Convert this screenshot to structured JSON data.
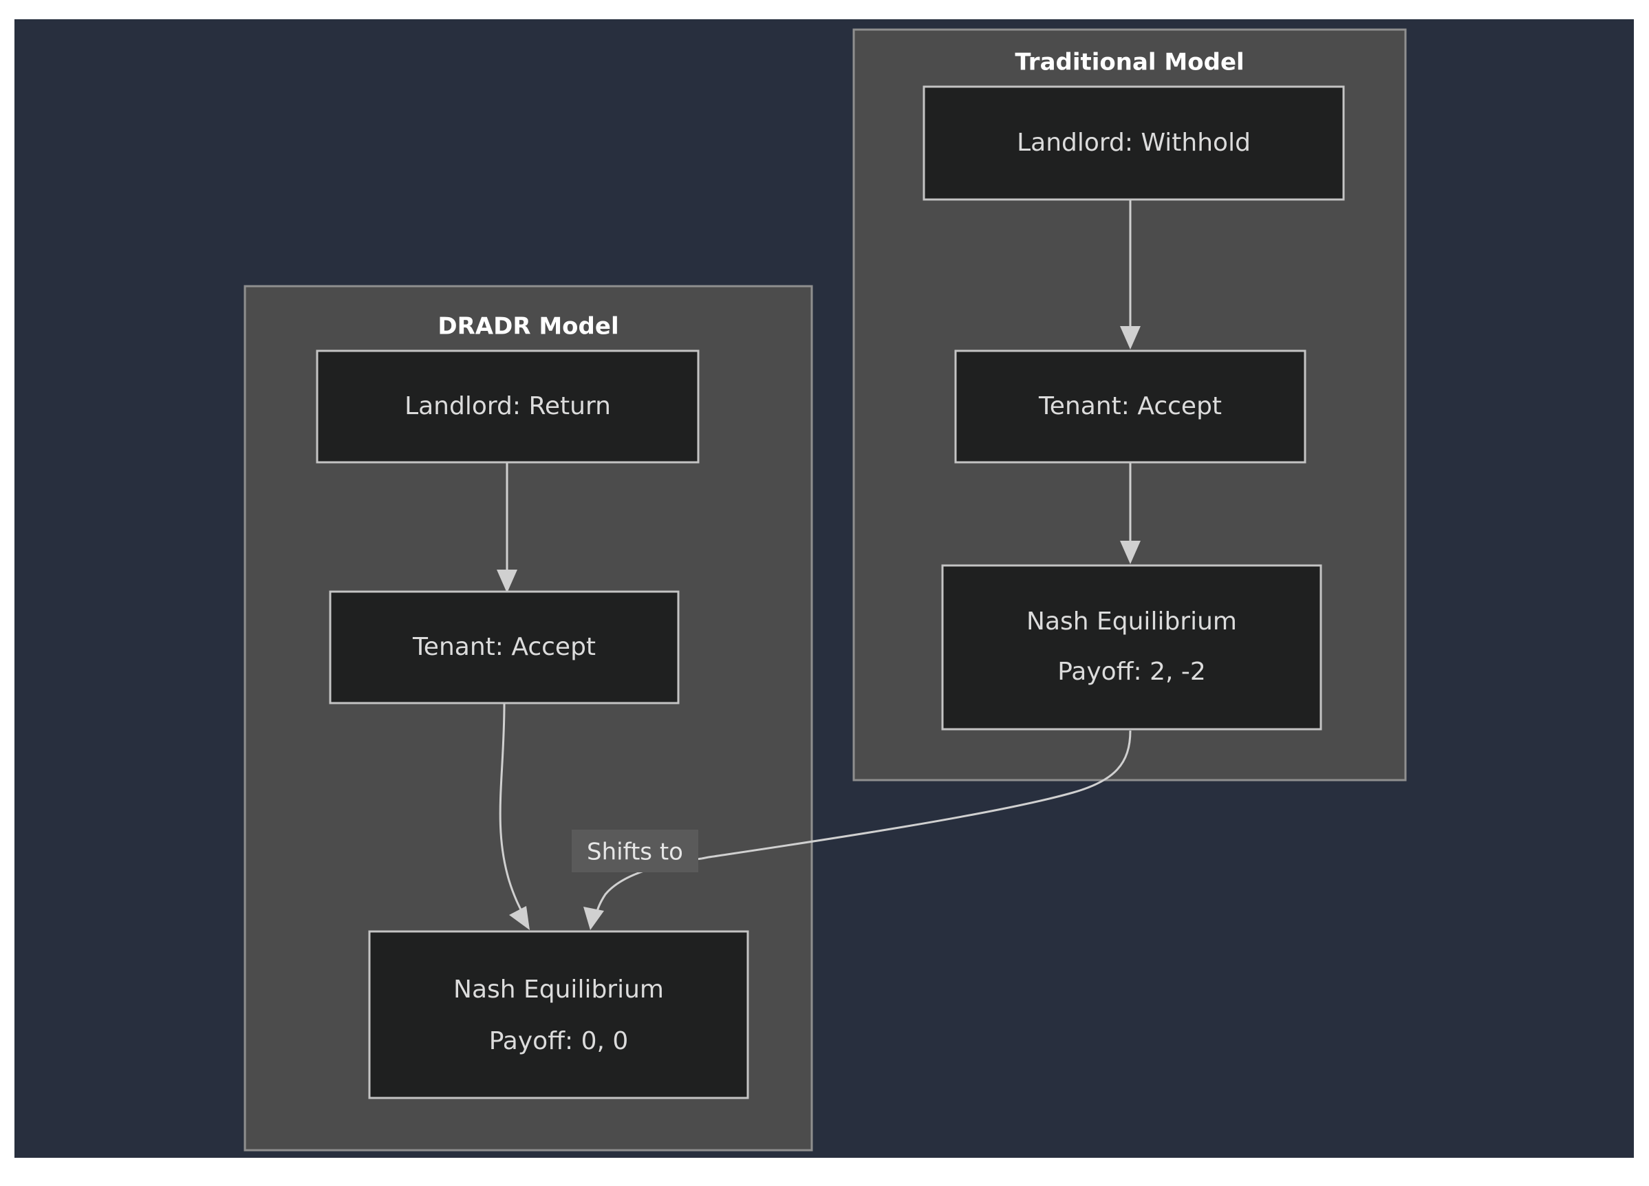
{
  "canvas": {
    "background_color": "#282f3e",
    "page_background_color": "#ffffff"
  },
  "diagram": {
    "type": "flowchart",
    "direction": "top-down",
    "subgraph_fill": "#4c4c4c",
    "subgraph_border": "#8f8f8f",
    "node_fill": "#1f2020",
    "node_border": "#c4c4c4",
    "edge_color": "#d0d0d0",
    "text_color": "#dcdcdc"
  },
  "subgraphs": [
    {
      "id": "dradr",
      "title": "DRADR Model",
      "nodes": [
        {
          "id": "dradr-landlord",
          "label": "Landlord: Return"
        },
        {
          "id": "dradr-tenant",
          "label": "Tenant: Accept"
        },
        {
          "id": "dradr-nash",
          "line1": "Nash Equilibrium",
          "line2": "Payoff: 0, 0",
          "payoff": [
            0,
            0
          ]
        }
      ]
    },
    {
      "id": "traditional",
      "title": "Traditional Model",
      "nodes": [
        {
          "id": "trad-landlord",
          "label": "Landlord: Withhold"
        },
        {
          "id": "trad-tenant",
          "label": "Tenant: Accept"
        },
        {
          "id": "trad-nash",
          "line1": "Nash Equilibrium",
          "line2": "Payoff: 2, -2",
          "payoff": [
            2,
            -2
          ]
        }
      ]
    }
  ],
  "edges": [
    {
      "id": "e1",
      "from": "dradr-landlord",
      "to": "dradr-tenant",
      "label": ""
    },
    {
      "id": "e2",
      "from": "dradr-tenant",
      "to": "dradr-nash",
      "label": ""
    },
    {
      "id": "e3",
      "from": "trad-landlord",
      "to": "trad-tenant",
      "label": ""
    },
    {
      "id": "e4",
      "from": "trad-tenant",
      "to": "trad-nash",
      "label": ""
    },
    {
      "id": "e5",
      "from": "trad-nash",
      "to": "dradr-nash",
      "label": "Shifts to"
    }
  ]
}
